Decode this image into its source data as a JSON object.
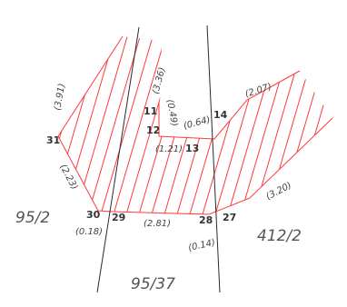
{
  "colors": {
    "hatch": "#ff3b3b",
    "boundary": "#2a2a2a",
    "text": "#444444"
  },
  "parcels": {
    "left": "95/2",
    "right": "412/2",
    "bottom": "95/37"
  },
  "points": {
    "p11": "11",
    "p12": "12",
    "p13": "13",
    "p14": "14",
    "p27": "27",
    "p28": "28",
    "p29": "29",
    "p30": "30",
    "p31": "31"
  },
  "dimensions": {
    "d391": "(3.91)",
    "d336": "(3.36)",
    "d049": "(0.49)",
    "d064": "(0.64)",
    "d207": "(2.07)",
    "d121": "(1.21)",
    "d223": "(2.23)",
    "d320": "(3.20)",
    "d281": "(2.81)",
    "d018": "(0.18)",
    "d014": "(0.14)"
  }
}
